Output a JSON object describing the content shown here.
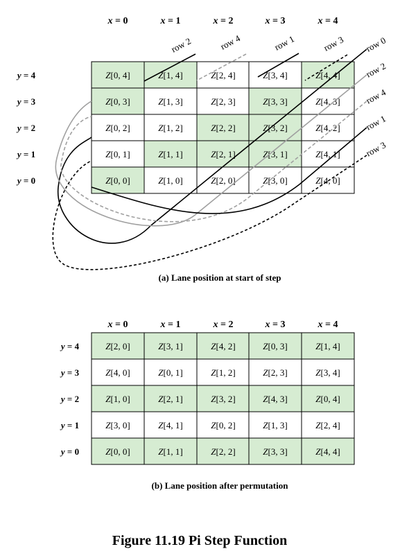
{
  "colors": {
    "green": "#d6ecd2",
    "white": "#ffffff",
    "border": "#000000",
    "gray_path": "#a0a0a0"
  },
  "x_headers": [
    "x = 0",
    "x = 1",
    "x = 2",
    "x = 3",
    "x = 4"
  ],
  "y_labels": [
    "y = 4",
    "y = 3",
    "y = 2",
    "y = 1",
    "y = 0"
  ],
  "grid_a": {
    "cells": [
      [
        "Z[0, 4]",
        "Z[1, 4]",
        "Z[2, 4]",
        "Z[3, 4]",
        "Z[4, 4]"
      ],
      [
        "Z[0, 3]",
        "Z[1, 3]",
        "Z[2, 3]",
        "Z[3, 3]",
        "Z[4, 3]"
      ],
      [
        "Z[0, 2]",
        "Z[1, 2]",
        "Z[2, 2]",
        "Z[3, 2]",
        "Z[4, 2]"
      ],
      [
        "Z[0, 1]",
        "Z[1, 1]",
        "Z[2, 1]",
        "Z[3, 1]",
        "Z[4, 1]"
      ],
      [
        "Z[0, 0]",
        "Z[1, 0]",
        "Z[2, 0]",
        "Z[3, 0]",
        "Z[4, 0]"
      ]
    ],
    "green": [
      [
        1,
        1,
        0,
        0,
        1
      ],
      [
        1,
        0,
        0,
        1,
        0
      ],
      [
        0,
        0,
        1,
        1,
        0
      ],
      [
        0,
        1,
        1,
        1,
        0
      ],
      [
        1,
        0,
        0,
        0,
        0
      ]
    ],
    "row_labels_top": [
      "row 2",
      "row 4",
      "row 1",
      "row 3"
    ],
    "row_labels_right": [
      "row 0",
      "row 2",
      "row 4",
      "row 1",
      "row 3"
    ]
  },
  "grid_b": {
    "cells": [
      [
        "Z[2, 0]",
        "Z[3, 1]",
        "Z[4, 2]",
        "Z[0, 3]",
        "Z[1, 4]"
      ],
      [
        "Z[4, 0]",
        "Z[0, 1]",
        "Z[1, 2]",
        "Z[2, 3]",
        "Z[3, 4]"
      ],
      [
        "Z[1, 0]",
        "Z[2, 1]",
        "Z[3, 2]",
        "Z[4, 3]",
        "Z[0, 4]"
      ],
      [
        "Z[3, 0]",
        "Z[4, 1]",
        "Z[0, 2]",
        "Z[1, 3]",
        "Z[2, 4]"
      ],
      [
        "Z[0, 0]",
        "Z[1, 1]",
        "Z[2, 2]",
        "Z[3, 3]",
        "Z[4, 4]"
      ]
    ],
    "green_rows": [
      true,
      false,
      true,
      false,
      true
    ]
  },
  "captions": {
    "a": "(a) Lane position at start of step",
    "b": "(b) Lane position after permutation"
  },
  "figure_title": "Figure 11.19  Pi Step Function"
}
